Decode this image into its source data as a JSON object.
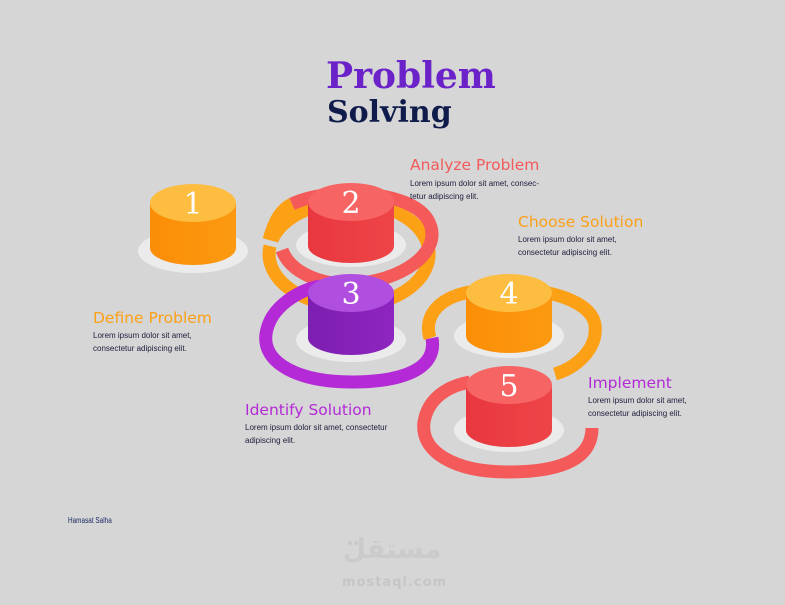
{
  "title": {
    "line1": "Problem",
    "line2": "Solving"
  },
  "steps": [
    {
      "number": "1",
      "heading": "Define Problem",
      "body_line1": "Lorem ipsum dolor sit amet,",
      "body_line2": "consectetur adipiscing elit.",
      "color": "#fca016"
    },
    {
      "number": "2",
      "heading": "Analyze Problem",
      "body_line1": "Lorem ipsum dolor sit amet, consec-",
      "body_line2": "tetur adipiscing elit.",
      "color": "#f45a5a"
    },
    {
      "number": "3",
      "heading": "Identify Solution",
      "body_line1": "Lorem ipsum dolor sit amet, consectetur",
      "body_line2": "adipiscing elit.",
      "color": "#b32ad6"
    },
    {
      "number": "4",
      "heading": "Choose Solution",
      "body_line1": "Lorem ipsum dolor sit amet,",
      "body_line2": "consectetur adipiscing elit.",
      "color": "#fca016"
    },
    {
      "number": "5",
      "heading": "Implement",
      "body_line1": "Lorem ipsum dolor sit amet,",
      "body_line2": "consectetur adipiscing elit.",
      "color": "#f45a5a"
    }
  ],
  "author": "Hamasat Salha",
  "watermark": {
    "arabic": "مستقل",
    "latin": "mostaql.com"
  },
  "colors": {
    "background": "#d6d6d6",
    "orange": "#fca016",
    "coral": "#f45a5a",
    "purple": "#b32ad6",
    "plate": "#ebebeb"
  }
}
